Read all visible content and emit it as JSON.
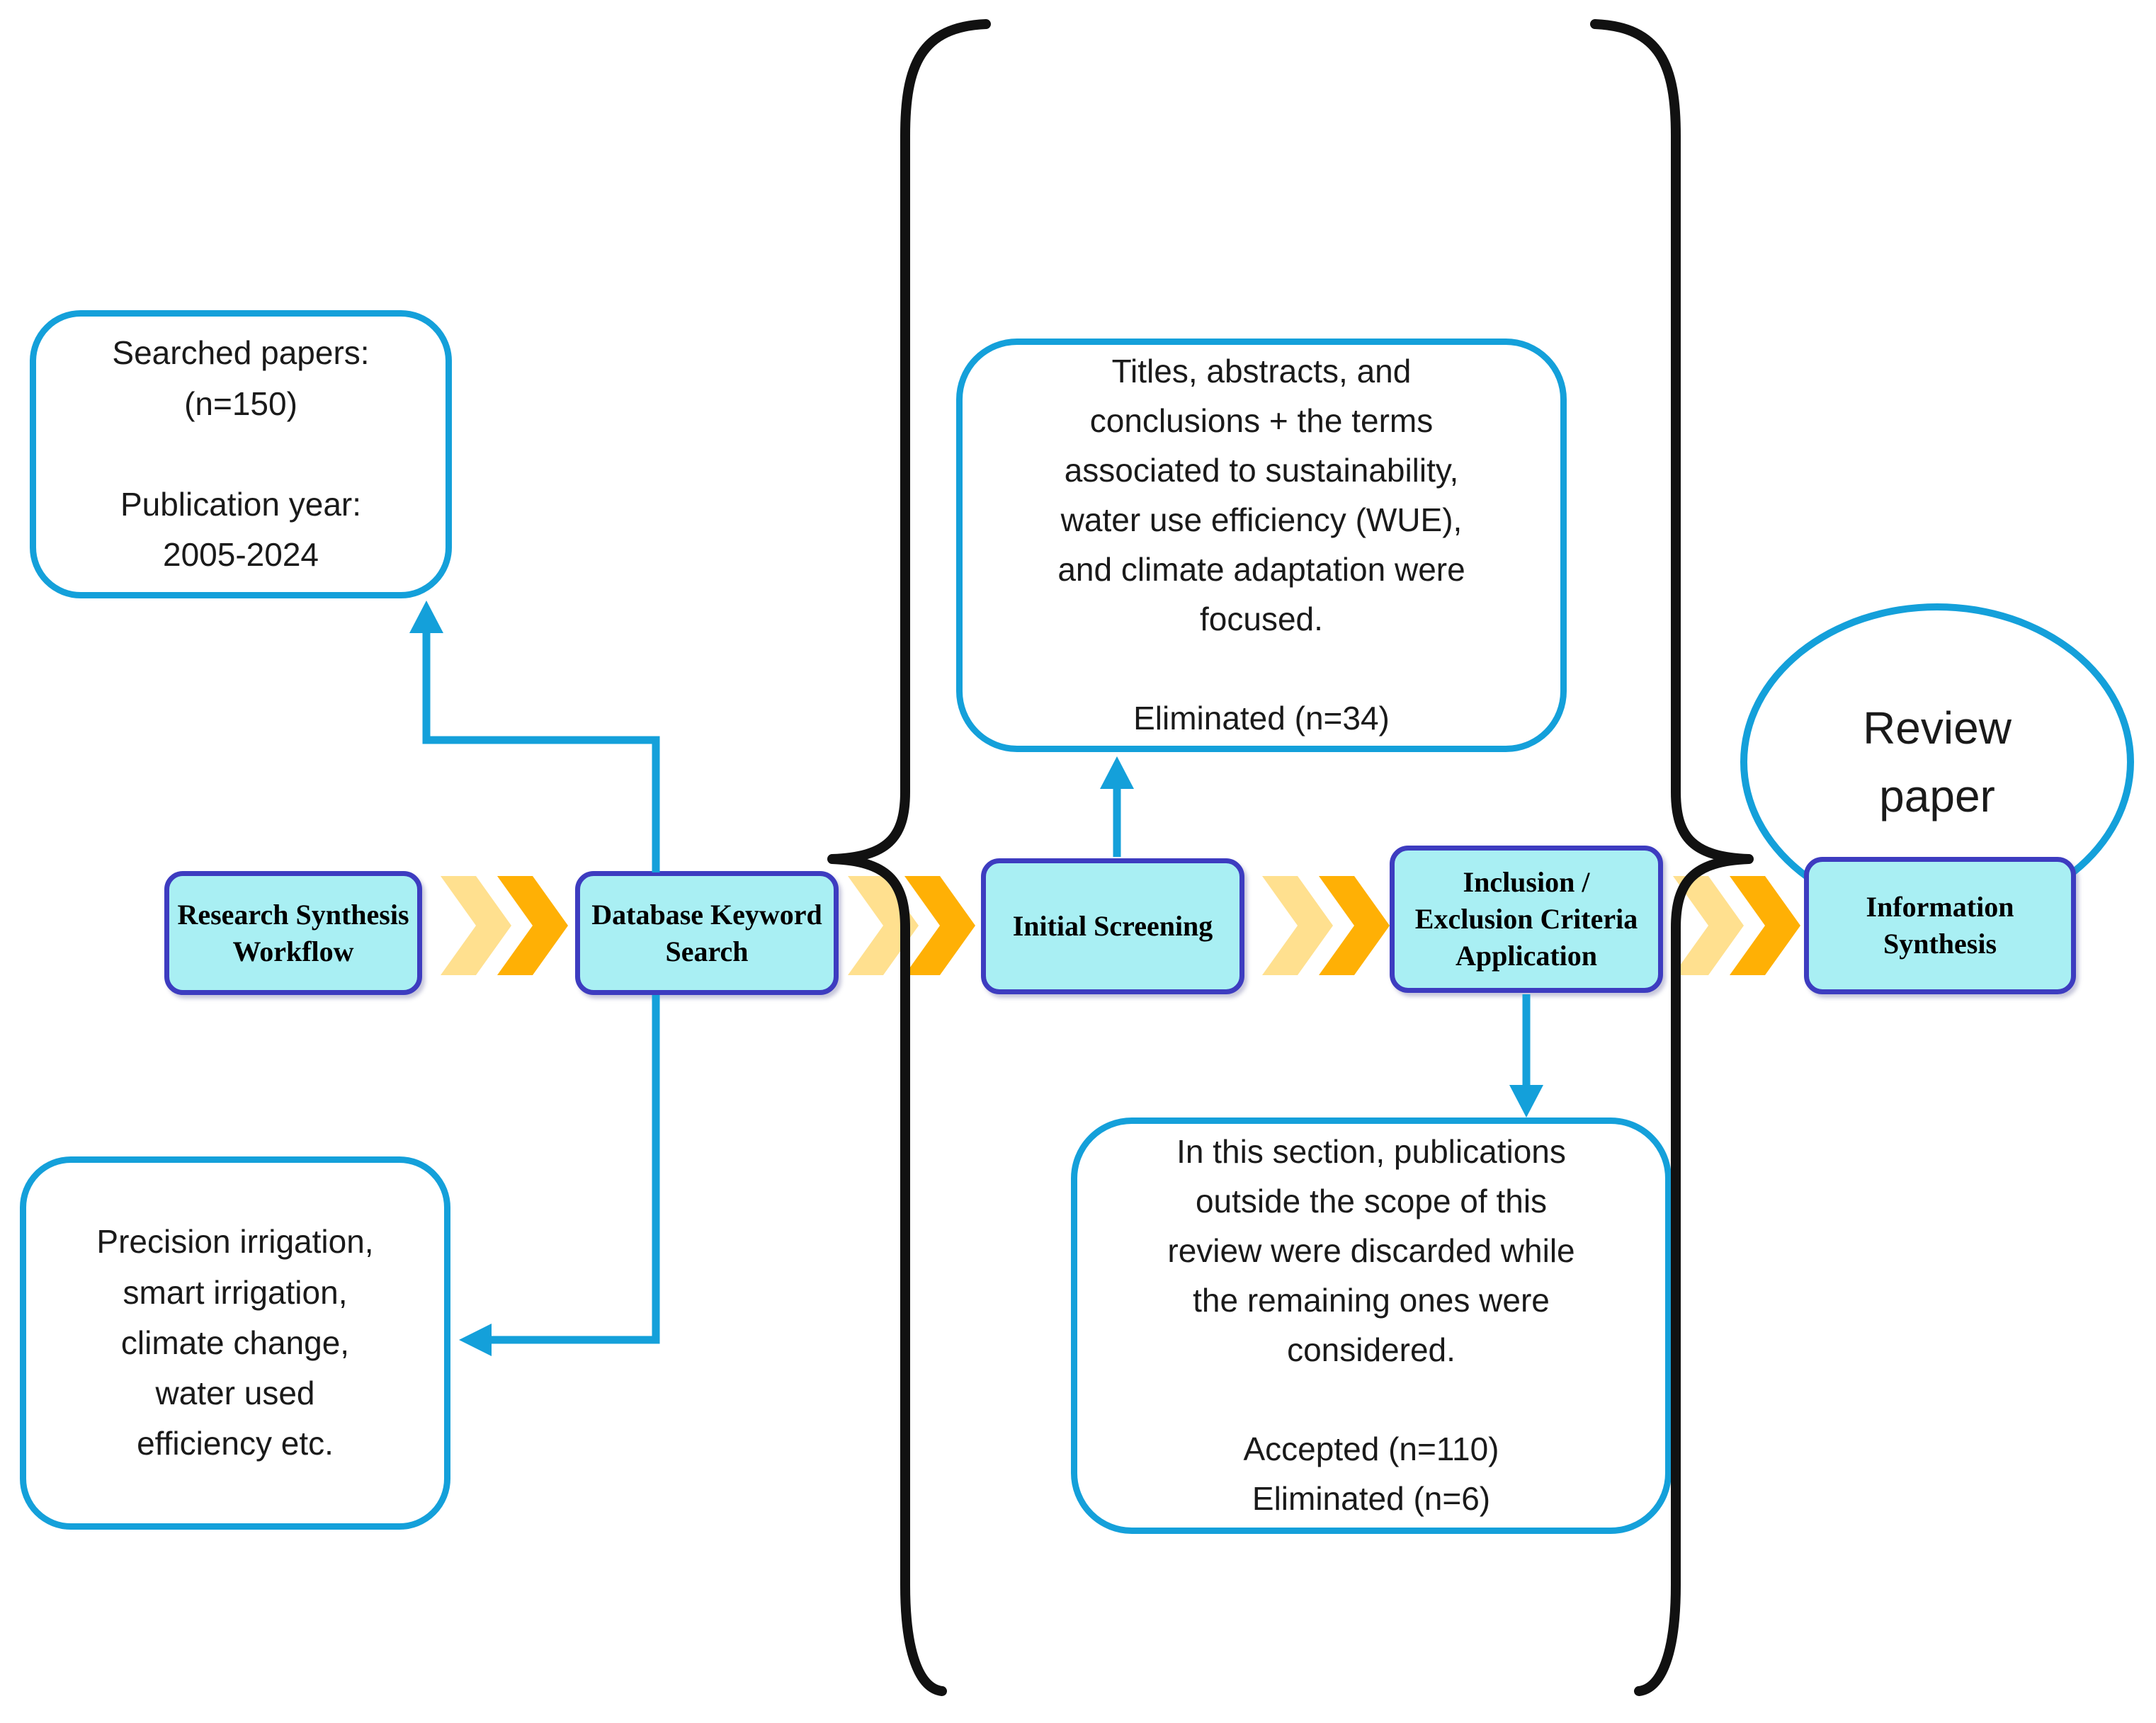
{
  "colors": {
    "callout_border": "#14A0DA",
    "arrow": "#14A0DA",
    "process_fill": "#A9EFF3",
    "process_border": "#3D3CC0",
    "chevron_light": "#FFE08F",
    "chevron_dark": "#FFB005",
    "brace": "#111111",
    "text": "#1A1A1A"
  },
  "steps": [
    {
      "id": "research-synthesis-workflow",
      "label": [
        "Research Synthesis",
        "Workflow"
      ]
    },
    {
      "id": "database-keyword-search",
      "label": [
        "Database Keyword",
        "Search"
      ]
    },
    {
      "id": "initial-screening",
      "label": [
        "Initial Screening"
      ]
    },
    {
      "id": "inclusion-exclusion-criteria-application",
      "label": [
        "Inclusion /",
        "Exclusion Criteria",
        "Application"
      ]
    },
    {
      "id": "information-synthesis",
      "label": [
        "Information",
        "Synthesis"
      ]
    }
  ],
  "callouts": {
    "searched_papers": {
      "lines": [
        "Searched papers:",
        "(n=150)",
        "",
        "Publication year:",
        "2005-2024"
      ]
    },
    "screening_note": {
      "lines": [
        "Titles, abstracts, and",
        "conclusions + the terms",
        "associated to sustainability,",
        "water use efficiency (WUE),",
        "and climate adaptation were",
        "focused.",
        "",
        "Eliminated (n=34)"
      ]
    },
    "keywords": {
      "lines": [
        "Precision irrigation,",
        "smart irrigation,",
        "climate change,",
        "water used",
        "efficiency etc."
      ]
    },
    "criteria_note": {
      "lines": [
        "In this section, publications",
        "outside the scope of this",
        "review were discarded while",
        "the remaining ones were",
        "considered.",
        "",
        "Accepted (n=110)",
        "Eliminated (n=6)"
      ]
    }
  },
  "result": {
    "lines": [
      "Review",
      "paper"
    ]
  }
}
